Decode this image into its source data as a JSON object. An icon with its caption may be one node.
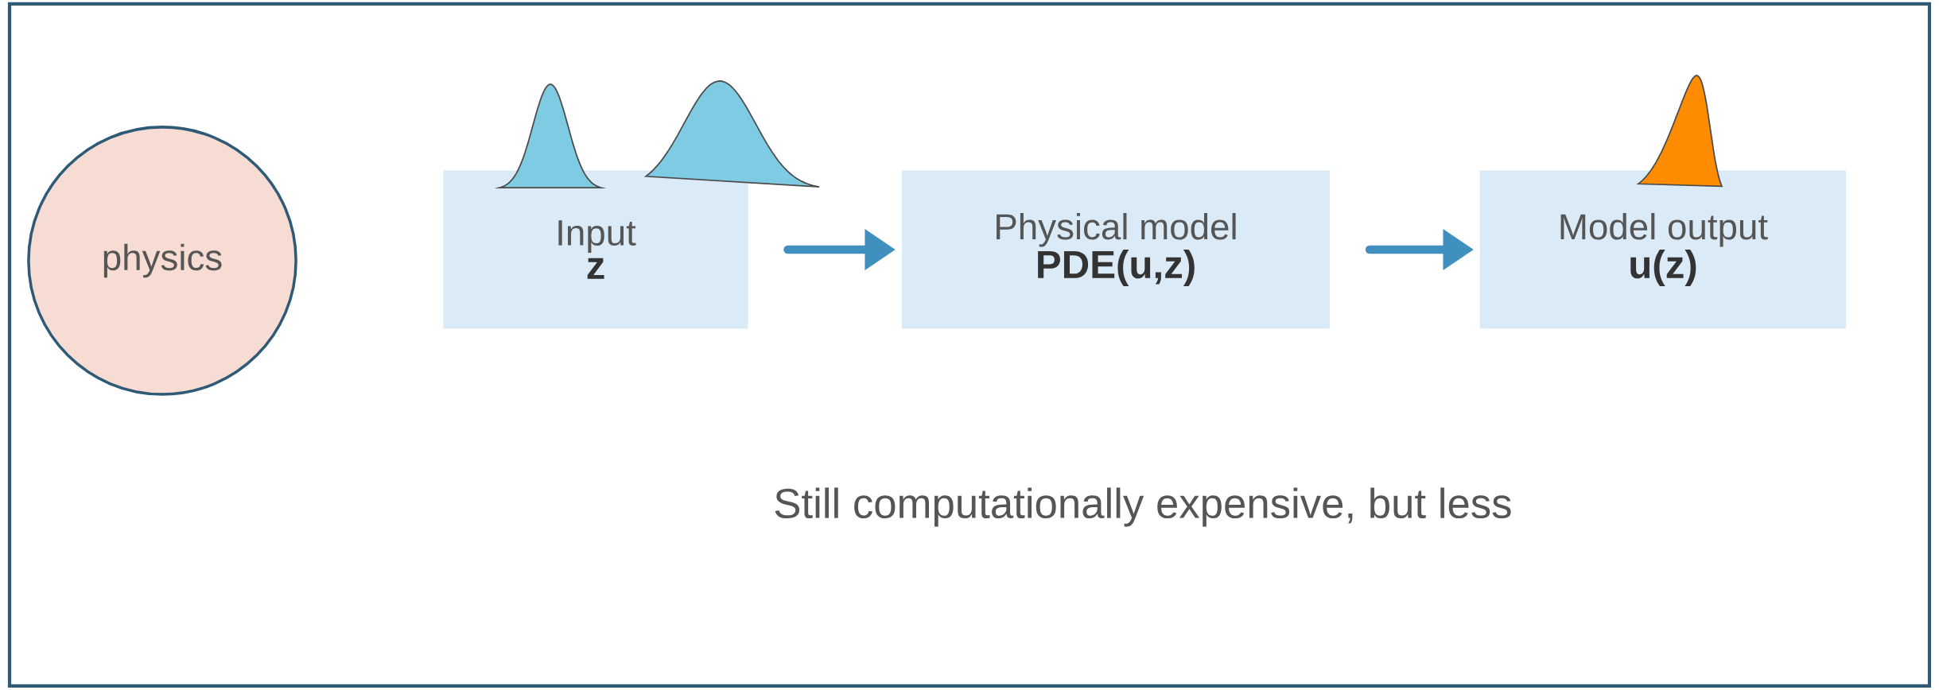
{
  "diagram": {
    "nodes": [
      {
        "text": [
          "physics"
        ]
      },
      {
        "text": [
          "Input",
          "z"
        ]
      },
      {
        "text": [
          "Physical model",
          "PDE(u,z)"
        ]
      },
      {
        "text": [
          "Model output",
          "u(z)"
        ]
      },
      {
        "text": [],
        "shape": "picture"
      },
      {
        "text": [],
        "shape": "picture"
      },
      {
        "text": [],
        "shape": "picture"
      }
    ],
    "edges": [
      {
        "from": 1,
        "to": 2,
        "arrow": "to"
      },
      {
        "from": 2,
        "to": 3,
        "arrow": "to"
      }
    ],
    "labels": [
      "Still computationally expensive, but less"
    ]
  }
}
